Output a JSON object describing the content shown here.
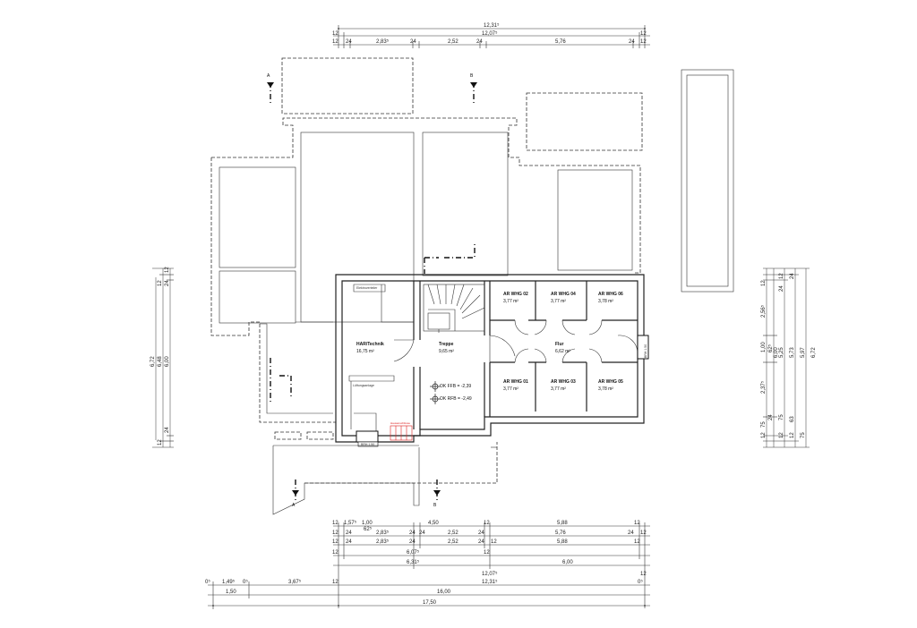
{
  "rooms": {
    "har": {
      "name": "HAR/Technik",
      "area": "16,75 m²"
    },
    "treppe": {
      "name": "Treppe",
      "area": "9,65 m²"
    },
    "flur": {
      "name": "Flur",
      "area": "6,62 m²"
    },
    "ar2": {
      "name": "AR WHG 02",
      "area": "3,77 m²"
    },
    "ar4": {
      "name": "AR WHG 04",
      "area": "3,77 m²"
    },
    "ar6": {
      "name": "AR WHG 06",
      "area": "3,78 m²"
    },
    "ar1": {
      "name": "AR WHG 01",
      "area": "3,77 m²"
    },
    "ar3": {
      "name": "AR WHG 03",
      "area": "3,77 m²"
    },
    "ar5": {
      "name": "AR WHG 05",
      "area": "3,78 m²"
    }
  },
  "levels": {
    "ffb": "OK FFB = -2,39",
    "rfb": "OK RFB = -2,49"
  },
  "windows": {
    "bottom": "BRH 1.50",
    "right": "BRH 1.50"
  },
  "small_labels": {
    "top_room": "Elektroverteiler",
    "small_room": "Lüftungsanlage",
    "red": "Hausanschlüsse"
  },
  "section_marks": {
    "a": "A",
    "b": "B"
  },
  "dims_top": {
    "r1": [
      "12,31⁵"
    ],
    "r2": [
      "12",
      "12,07⁵",
      "12"
    ],
    "r3": [
      "12",
      "24",
      "2,83⁵",
      "24",
      "2,52",
      "24",
      "5,76",
      "24",
      "12"
    ]
  },
  "dims_bottom": {
    "r1": [
      "12",
      "1,57⁵",
      "1,00",
      "62⁵",
      "4,50",
      "12",
      "5,88",
      "12"
    ],
    "r2": [
      "12",
      "24",
      "2,83⁵",
      "24",
      "24",
      "2,52",
      "24",
      "5,76",
      "24",
      "12"
    ],
    "r3": [
      "12",
      "24",
      "2,83⁵",
      "24",
      "2,52",
      "24",
      "12",
      "5,88",
      "12"
    ],
    "r4": [
      "12",
      "6,07⁵",
      "12"
    ],
    "r5": [
      "6,31⁵",
      "6,00"
    ],
    "r6": [
      "0⁵",
      "1,49⁵",
      "0⁵",
      "3,67⁵",
      "12",
      "12,07⁵",
      "12"
    ],
    "r7": [
      "12,31⁵",
      "0⁵"
    ],
    "r8": [
      "1,50",
      "16,00"
    ],
    "r9": [
      "17,50"
    ]
  },
  "dims_left": [
    "6,72",
    "6,48",
    "6,00",
    "12",
    "24",
    "12",
    "24",
    "12"
  ],
  "dims_right": [
    "12",
    "2,56⁵",
    "1,00",
    "62⁵",
    "2,37⁵",
    "75",
    "12",
    "24",
    "12",
    "24",
    "5,25",
    "5,73",
    "5,97",
    "6,00",
    "6,72",
    "75",
    "12",
    "63",
    "12",
    "24",
    "75"
  ]
}
